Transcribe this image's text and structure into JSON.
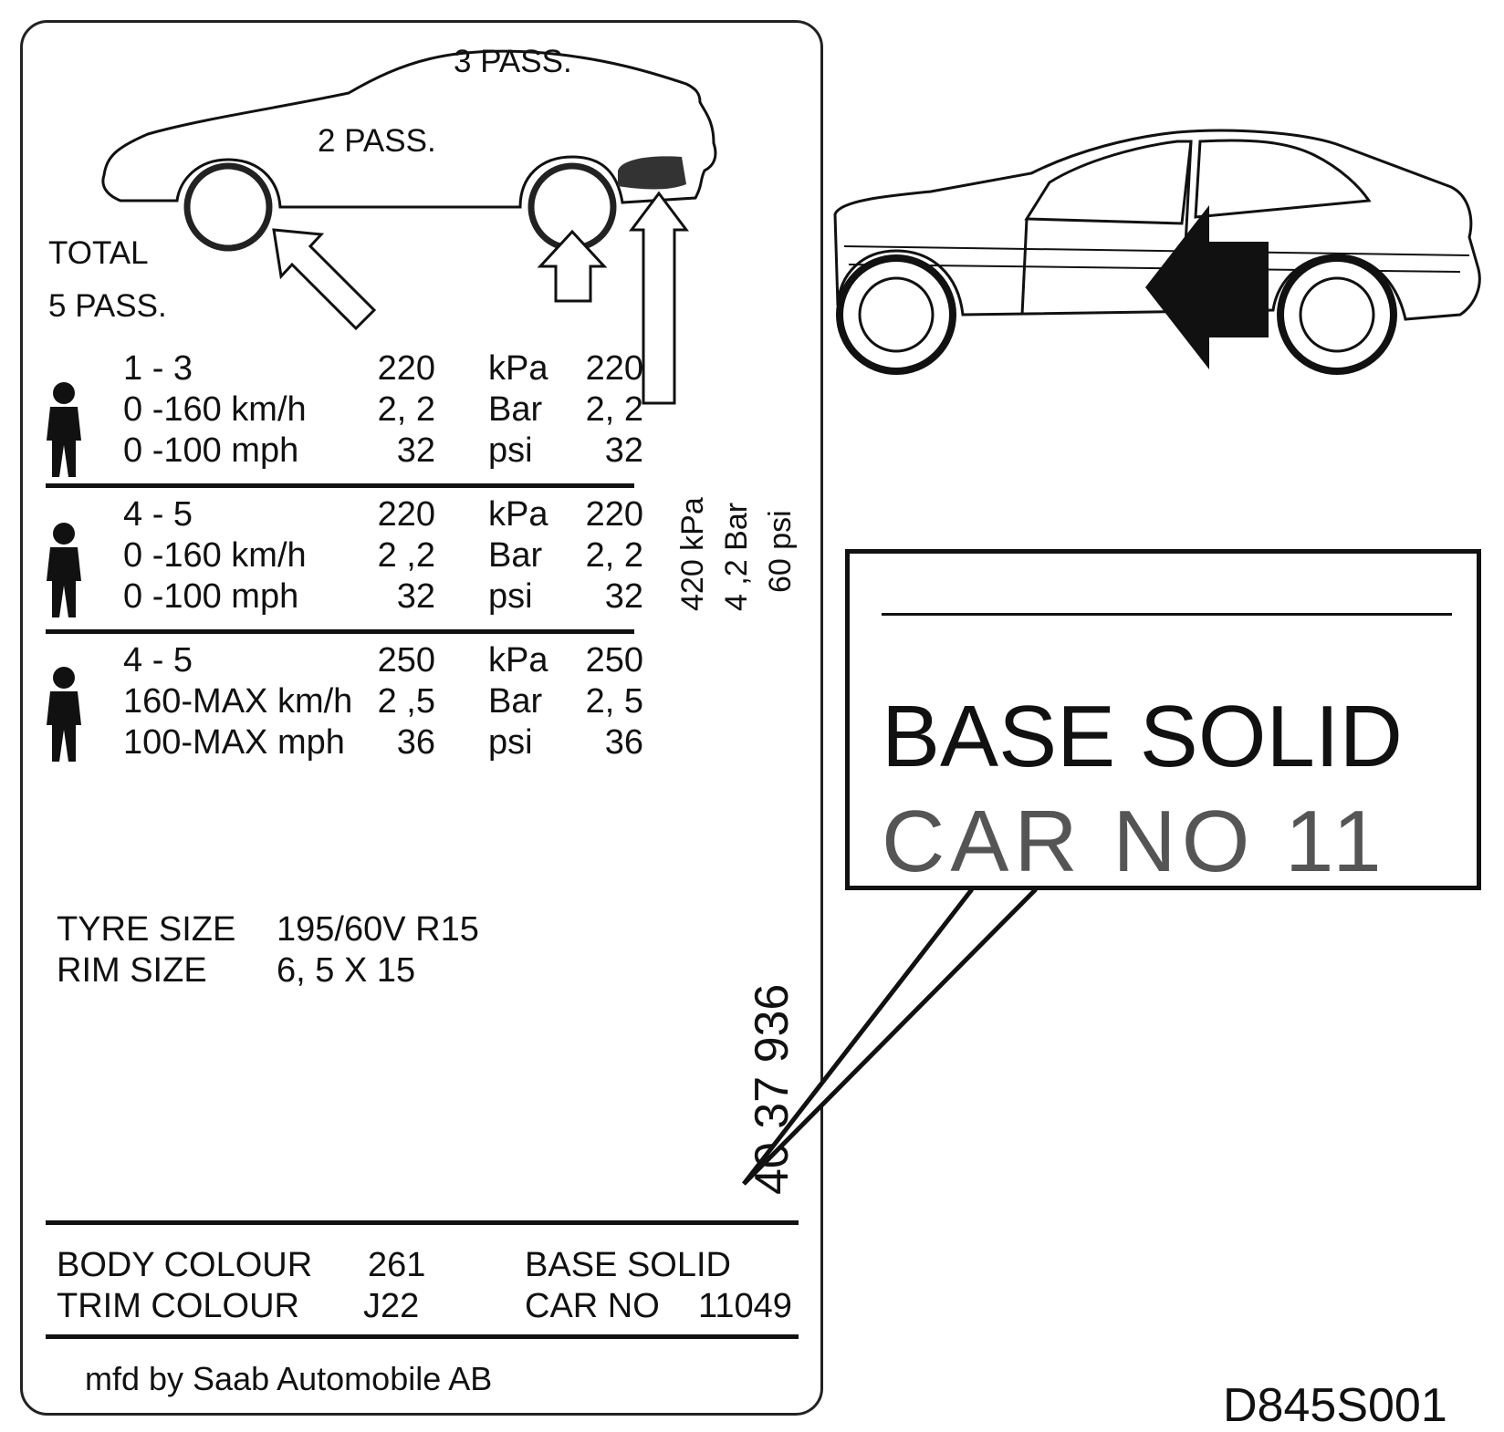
{
  "car_diagram": {
    "label_3pass": "3 PASS.",
    "label_2pass": "2 PASS.",
    "total_line1": "TOTAL",
    "total_line2": "5 PASS."
  },
  "pressure_groups": [
    {
      "rows": [
        {
          "speed": "1  -  3",
          "left": "220",
          "unit": "kPa",
          "right": "220"
        },
        {
          "speed": "0  -160 km/h",
          "left": "2, 2",
          "unit": "Bar",
          "right": "2, 2"
        },
        {
          "speed": "0  -100 mph",
          "left": "32",
          "unit": "psi",
          "right": "32"
        }
      ]
    },
    {
      "rows": [
        {
          "speed": "4  -  5",
          "left": "220",
          "unit": "kPa",
          "right": "220"
        },
        {
          "speed": "0  -160 km/h",
          "left": "2 ,2",
          "unit": "Bar",
          "right": "2, 2"
        },
        {
          "speed": "0  -100 mph",
          "left": "32",
          "unit": "psi",
          "right": "32"
        }
      ]
    },
    {
      "rows": [
        {
          "speed": "4  -  5",
          "left": "250",
          "unit": "kPa",
          "right": "250"
        },
        {
          "speed": "160-MAX km/h",
          "left": "2 ,5",
          "unit": "Bar",
          "right": "2, 5"
        },
        {
          "speed": "100-MAX mph",
          "left": "36",
          "unit": "psi",
          "right": "36"
        }
      ]
    }
  ],
  "spare_pressure": {
    "kpa": "420 kPa",
    "bar": "4 ,2 Bar",
    "psi": "60 psi"
  },
  "tyre": {
    "tyre_size_label": "TYRE SIZE",
    "tyre_size_value": "195/60V R15",
    "rim_size_label": "RIM SIZE",
    "rim_size_value": "6, 5  X  15"
  },
  "part_number": "40 37 936",
  "colours": {
    "body_label": "BODY COLOUR",
    "body_value": "261",
    "trim_label": "TRIM COLOUR",
    "trim_value": "J22",
    "base_solid": "BASE SOLID",
    "car_no_label": "CAR NO",
    "car_no_value": "11049"
  },
  "manufacturer": "mfd by Saab Automobile AB",
  "callout": {
    "title": "BASE SOLID",
    "subtitle_partial": "CAR NO  11"
  },
  "figure_code": "D845S001"
}
